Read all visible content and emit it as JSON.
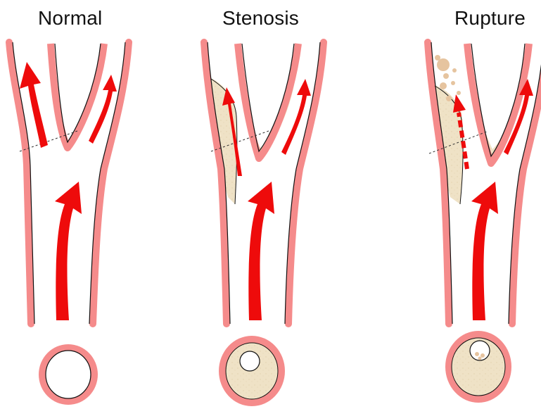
{
  "panels": [
    {
      "title": "Normal"
    },
    {
      "title": "Stenosis"
    },
    {
      "title": "Rupture"
    }
  ],
  "colors": {
    "wall": "#f58b8b",
    "wall_edge": "#111111",
    "plaque": "#efe2c6",
    "plaque_spots": "#e6c49f",
    "arrow": "#ee0b0b",
    "lumen": "#ffffff",
    "dashed": "#333333"
  }
}
